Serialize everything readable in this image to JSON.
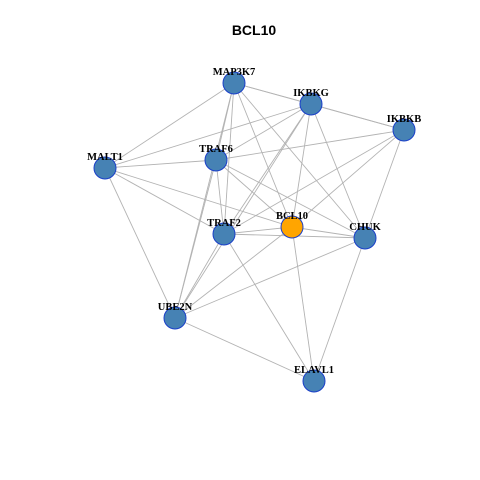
{
  "title": "BCL10",
  "colors": {
    "default_node": "#4682b4",
    "highlight_node": "#ffa500",
    "node_border": "#1a3fc9",
    "edge": "#b3b3b3"
  },
  "nodes": [
    {
      "id": "MAP3K7",
      "label": "MAP3K7",
      "highlight": false
    },
    {
      "id": "IKBKG",
      "label": "IKBKG",
      "highlight": false
    },
    {
      "id": "IKBKB",
      "label": "IKBKB",
      "highlight": false
    },
    {
      "id": "MALT1",
      "label": "MALT1",
      "highlight": false
    },
    {
      "id": "TRAF6",
      "label": "TRAF6",
      "highlight": false
    },
    {
      "id": "TRAF2",
      "label": "TRAF2",
      "highlight": false
    },
    {
      "id": "BCL10",
      "label": "BCL10",
      "highlight": true
    },
    {
      "id": "CHUK",
      "label": "CHUK",
      "highlight": false
    },
    {
      "id": "UBE2N",
      "label": "UBE2N",
      "highlight": false
    },
    {
      "id": "ELAVL1",
      "label": "ELAVL1",
      "highlight": false
    }
  ],
  "edges": [
    [
      "MAP3K7",
      "IKBKG"
    ],
    [
      "MAP3K7",
      "IKBKB"
    ],
    [
      "MAP3K7",
      "MALT1"
    ],
    [
      "MAP3K7",
      "TRAF6"
    ],
    [
      "MAP3K7",
      "TRAF2"
    ],
    [
      "MAP3K7",
      "BCL10"
    ],
    [
      "MAP3K7",
      "CHUK"
    ],
    [
      "MAP3K7",
      "UBE2N"
    ],
    [
      "IKBKG",
      "IKBKB"
    ],
    [
      "IKBKG",
      "MALT1"
    ],
    [
      "IKBKG",
      "TRAF6"
    ],
    [
      "IKBKG",
      "TRAF2"
    ],
    [
      "IKBKG",
      "BCL10"
    ],
    [
      "IKBKG",
      "CHUK"
    ],
    [
      "IKBKG",
      "UBE2N"
    ],
    [
      "IKBKB",
      "TRAF6"
    ],
    [
      "IKBKB",
      "TRAF2"
    ],
    [
      "IKBKB",
      "CHUK"
    ],
    [
      "IKBKB",
      "BCL10"
    ],
    [
      "MALT1",
      "TRAF6"
    ],
    [
      "MALT1",
      "TRAF2"
    ],
    [
      "MALT1",
      "BCL10"
    ],
    [
      "MALT1",
      "UBE2N"
    ],
    [
      "TRAF6",
      "TRAF2"
    ],
    [
      "TRAF6",
      "BCL10"
    ],
    [
      "TRAF6",
      "UBE2N"
    ],
    [
      "TRAF6",
      "CHUK"
    ],
    [
      "TRAF2",
      "BCL10"
    ],
    [
      "TRAF2",
      "UBE2N"
    ],
    [
      "TRAF2",
      "ELAVL1"
    ],
    [
      "TRAF2",
      "CHUK"
    ],
    [
      "BCL10",
      "CHUK"
    ],
    [
      "BCL10",
      "UBE2N"
    ],
    [
      "BCL10",
      "ELAVL1"
    ],
    [
      "CHUK",
      "UBE2N"
    ],
    [
      "CHUK",
      "ELAVL1"
    ],
    [
      "UBE2N",
      "ELAVL1"
    ]
  ]
}
